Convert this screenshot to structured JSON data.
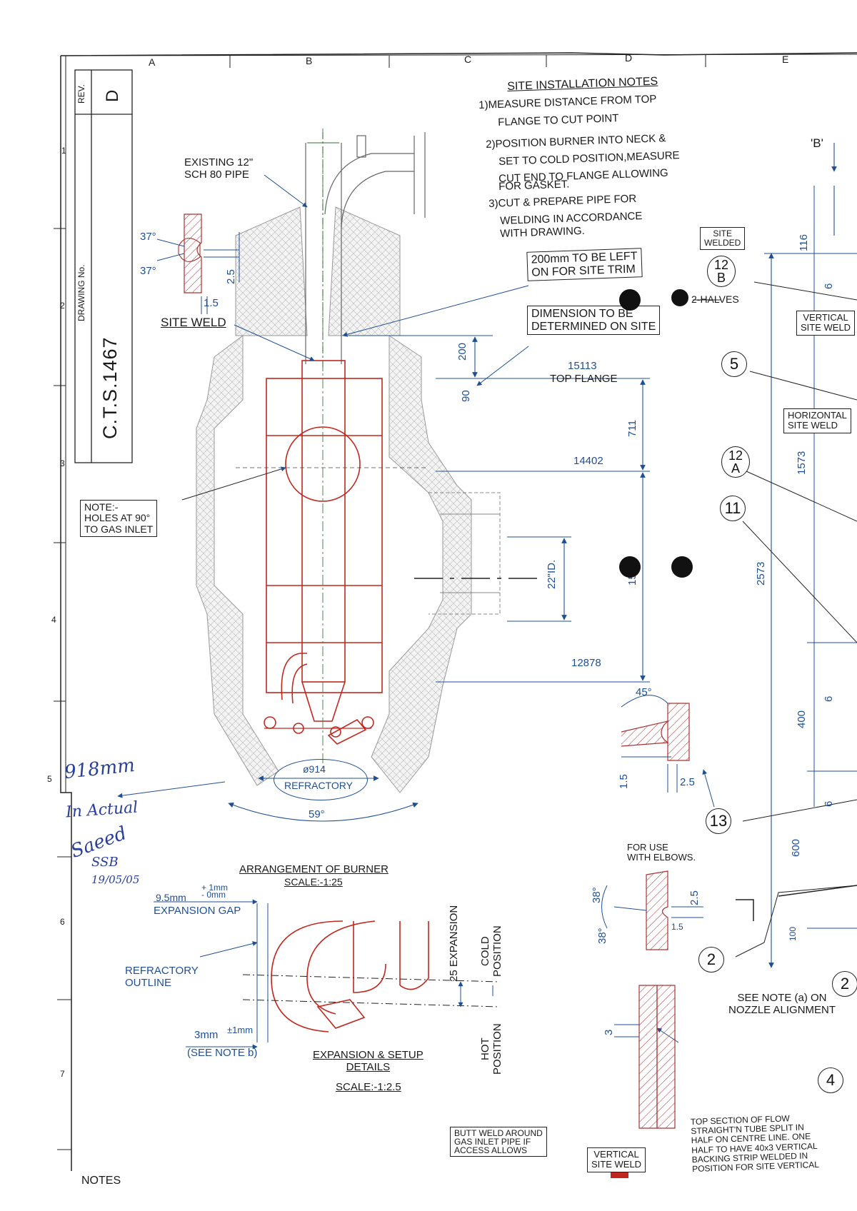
{
  "grid": {
    "cols": [
      "A",
      "B",
      "C",
      "D",
      "E"
    ],
    "rows": [
      "1",
      "2",
      "3",
      "4",
      "5",
      "6",
      "7"
    ]
  },
  "title_block": {
    "rev_label": "REV.",
    "rev_value": "D",
    "drawing_no_label": "DRAWING No.",
    "drawing_no": "C.T.S.1467"
  },
  "site_notes": {
    "title": "SITE INSTALLATION NOTES",
    "lines": [
      "1)MEASURE DISTANCE FROM TOP",
      "FLANGE TO CUT POINT",
      "2)POSITION BURNER INTO NECK &",
      "SET TO COLD POSITION,MEASURE",
      "CUT END TO FLANGE ALLOWING",
      "FOR GASKET.",
      "3)CUT & PREPARE PIPE FOR",
      "WELDING IN ACCORDANCE",
      "WITH DRAWING."
    ]
  },
  "labels": {
    "existing_pipe": "EXISTING 12\"\nSCH 80 PIPE",
    "site_weld": "SITE WELD",
    "left_on_trim": "200mm TO BE LEFT\nON FOR SITE TRIM",
    "dim_on_site": "DIMENSION TO BE\nDETERMINED ON SITE",
    "site_welded": "SITE\nWELDED",
    "two_halves": "2-HALVES",
    "vertical_site_weld": "VERTICAL\nSITE WELD",
    "horizontal_site_weld": "HORIZONTAL\nSITE WELD",
    "note_holes": "NOTE:-\nHOLES AT 90°\nTO GAS INLET",
    "top_flange": "TOP FLANGE",
    "view_b": "'B'",
    "refractory": "REFRACTORY",
    "arrangement_title": "ARRANGEMENT OF BURNER",
    "arrangement_scale": "SCALE:-1:25",
    "expansion_gap_value": "9.5mm",
    "expansion_gap_tol": "+ 1mm\n- 0mm",
    "expansion_gap": "EXPANSION GAP",
    "refractory_outline": "REFRACTORY\nOUTLINE",
    "gap_3mm": "3mm",
    "gap_3mm_tol": "±1mm",
    "see_note_b": "(SEE NOTE b)",
    "expansion_title": "EXPANSION & SETUP\nDETAILS",
    "expansion_scale": "SCALE:-1:2.5",
    "expansion_25": "25 EXPANSION",
    "cold_position": "COLD\nPOSITION",
    "hot_position": "HOT\nPOSITION",
    "for_use_elbows": "FOR USE\nWITH ELBOWS.",
    "see_note_a": "SEE NOTE (a) ON\nNOZZLE ALIGNMENT",
    "butt_weld": "BUTT WELD AROUND\nGAS INLET PIPE IF\nACCESS ALLOWS",
    "vertical_site_weld_2": "VERTICAL\nSITE WELD",
    "top_section": "TOP SECTION OF FLOW\nSTRAIGHT'N TUBE SPLIT IN\nHALF ON CENTRE LINE. ONE\nHALF TO HAVE 40x3 VERTICAL\nBACKING STRIP WELDED IN\nPOSITION FOR SITE VERTICAL",
    "notes_heading": "NOTES"
  },
  "dimensions": {
    "weld_angle_1": "37°",
    "weld_angle_2": "37°",
    "weld_2_5": "2.5",
    "weld_1_5": "1.5",
    "d200": "200",
    "d90": "90",
    "elev_15113": "15113",
    "d711": "711",
    "elev_14402": "14402",
    "d22id": "22\"ID.",
    "elev_12878": "12878",
    "d_diam": "ø914",
    "d59": "59°",
    "d2573": "2573",
    "d1573": "1573",
    "d116": "116",
    "d6_a": "6",
    "d6_b": "6",
    "d6_c": "6",
    "d400": "400",
    "d600": "600",
    "d100": "100",
    "d45": "45°",
    "d1_5": "1.5",
    "d2_5": "2.5",
    "d38_a": "38°",
    "d38_b": "38°",
    "d2_5b": "2.5",
    "d1_5b": "1.5",
    "d3": "3",
    "d1524": "1524"
  },
  "balloons": {
    "b12b_num": "12",
    "b12b_let": "B",
    "b5": "5",
    "b12a_num": "12",
    "b12a_let": "A",
    "b11": "11",
    "b13": "13",
    "b2a": "2",
    "b2b": "2",
    "b4": "4"
  },
  "handwritten": {
    "measure": "918mm",
    "in_actual": "In Actual",
    "signature": "Saeed",
    "initials": "SSB",
    "date": "19/05/05"
  }
}
